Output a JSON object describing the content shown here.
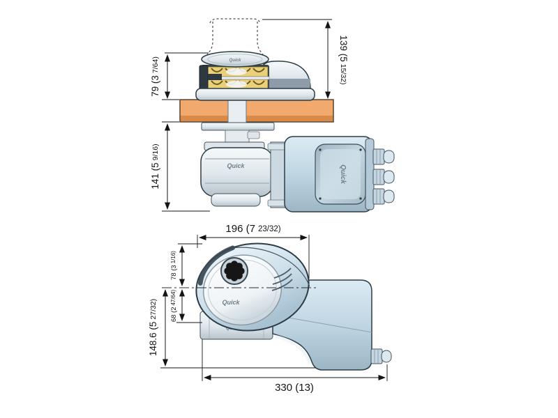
{
  "brand": {
    "name": "Quick"
  },
  "colors": {
    "background": "#ffffff",
    "outline_dark": "#2c3c46",
    "dimension_ink": "#141414",
    "deck_wood": "#f2a96d",
    "deck_wood_shadow": "#d98a48",
    "metal_light": "#eef2f5",
    "metal_shadow": "#b4c0c8",
    "housing_blue": "#c3d8e4",
    "housing_blue_dark": "#9db6c4",
    "gypsy_gold": "#ead078",
    "gypsy_gold_dark": "#8a7430",
    "socket_black": "#161616",
    "logo_gray": "#6e7e8a"
  },
  "top_view": {
    "dims": {
      "overall_height_above_deck": {
        "text": "139 (5 15/32)",
        "value": "139 (5",
        "fraction": "15/32)"
      },
      "gypsy_height_above_deck": {
        "text": "79 (3 7/64)",
        "value": "79 (3",
        "fraction": "7/64)"
      },
      "below_deck_depth": {
        "text": "141 (5 9/16)",
        "value": "141 (5",
        "fraction": "9/16)"
      }
    }
  },
  "side_view": {
    "dims": {
      "cover_width": {
        "text": "196 (7 23/32)",
        "value": "196 (7",
        "fraction": "23/32)"
      },
      "axis_to_cover_top": {
        "text": "78 (3 1/16)",
        "value": "78 (3",
        "fraction": "1/16)"
      },
      "axis_to_drum_base": {
        "text": "68 (2 47/64)",
        "value": "68 (2",
        "fraction": "47/64)"
      },
      "axis_to_unit_bottom": {
        "text": "148.6 (5 27/32)",
        "value": "148.6 (5",
        "fraction": "27/32)"
      },
      "overall_length": {
        "text": "330 (13)",
        "value": "330 (13)",
        "fraction": ""
      }
    }
  }
}
